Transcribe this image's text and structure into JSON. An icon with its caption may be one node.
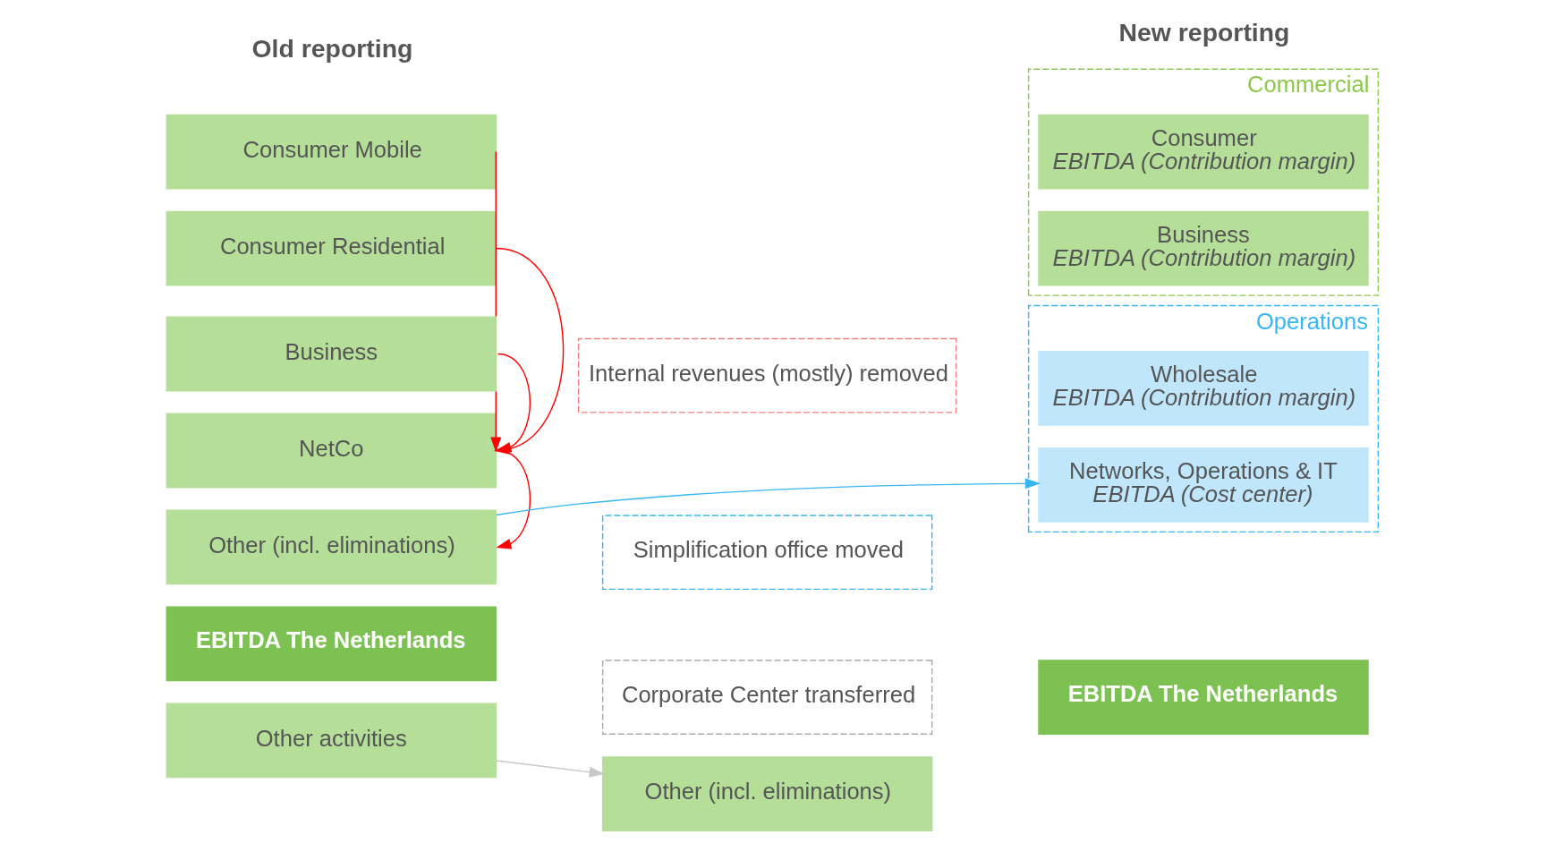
{
  "diagram": {
    "nodes": [
      {
        "text": [
          "Consumer Mobile"
        ]
      },
      {
        "text": [
          "Consumer Residential"
        ]
      },
      {
        "text": [
          "Business"
        ]
      },
      {
        "text": [
          "NetCo"
        ]
      },
      {
        "text": [
          "Other (incl. eliminations)"
        ]
      },
      {
        "text": [
          "EBITDA The Netherlands"
        ]
      },
      {
        "text": [
          "Other activities"
        ]
      },
      {
        "text": [
          "Commercial"
        ]
      },
      {
        "text": [
          "Consumer",
          "EBITDA (Contribution margin)"
        ],
        "in": 7
      },
      {
        "text": [
          "Business",
          "EBITDA (Contribution margin)"
        ],
        "in": 7
      },
      {
        "text": [
          "Operations"
        ]
      },
      {
        "text": [
          "Wholesale",
          "EBITDA (Contribution margin)"
        ],
        "in": 10
      },
      {
        "text": [
          "Networks, Operations & IT",
          "EBITDA (Cost center)"
        ],
        "in": 10
      },
      {
        "text": [
          "Other (incl. eliminations)"
        ]
      },
      {
        "text": [
          "EBITDA The Netherlands"
        ]
      },
      {
        "text": [
          "Internal revenues (mostly) removed"
        ]
      },
      {
        "text": [
          "Simplification office moved"
        ]
      },
      {
        "text": [
          "Corporate Center transferred"
        ]
      }
    ],
    "edges": [
      {
        "from": 0,
        "to": 3,
        "arrow": "to",
        "color": "#ff0000"
      },
      {
        "from": 1,
        "to": 3,
        "arrow": "to",
        "color": "#ff0000"
      },
      {
        "from": 2,
        "to": 3,
        "arrow": "to",
        "color": "#ff0000"
      },
      {
        "from": 3,
        "to": 4,
        "arrow": "to",
        "color": "#ff0000"
      },
      {
        "from": 4,
        "to": 12,
        "arrow": "to",
        "color": "#38b6f4"
      },
      {
        "from": 6,
        "to": 13,
        "arrow": "to",
        "color": "#c8c8c8"
      }
    ],
    "labels": [
      "Old reporting",
      "New reporting"
    ]
  }
}
